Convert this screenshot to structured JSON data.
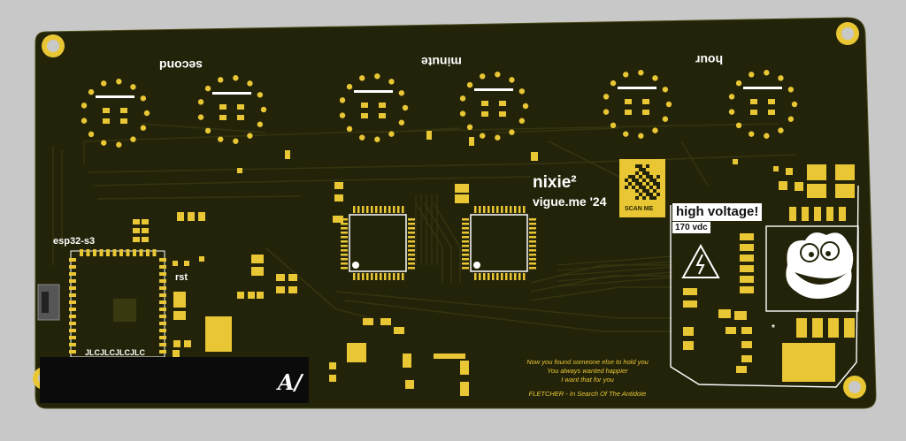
{
  "board": {
    "project_title": "nixie²",
    "subtitle": "vigue.me '24",
    "qr_caption": "SCAN ME",
    "mcu_label": "esp32-s3",
    "reset_label": "rst",
    "fab_text": "JLCJLCJLCJLC",
    "signature": "A/",
    "warning_label": "high voltage!",
    "voltage_label": "170 vdc",
    "asterisk": "*",
    "digit_labels": {
      "second": "second",
      "minute": "minute",
      "hour": "hour"
    },
    "lyrics": [
      "Now you found someone else to hold you",
      "You always wanted happier",
      "I want that for you"
    ],
    "song_credit": "FLETCHER - In Search Of The Antidote"
  },
  "colors": {
    "background": "#c8c8c8",
    "board": "#23230a",
    "copper": "#2e2e0e",
    "pad": "#e8c634",
    "silkscreen": "#ffffff"
  }
}
